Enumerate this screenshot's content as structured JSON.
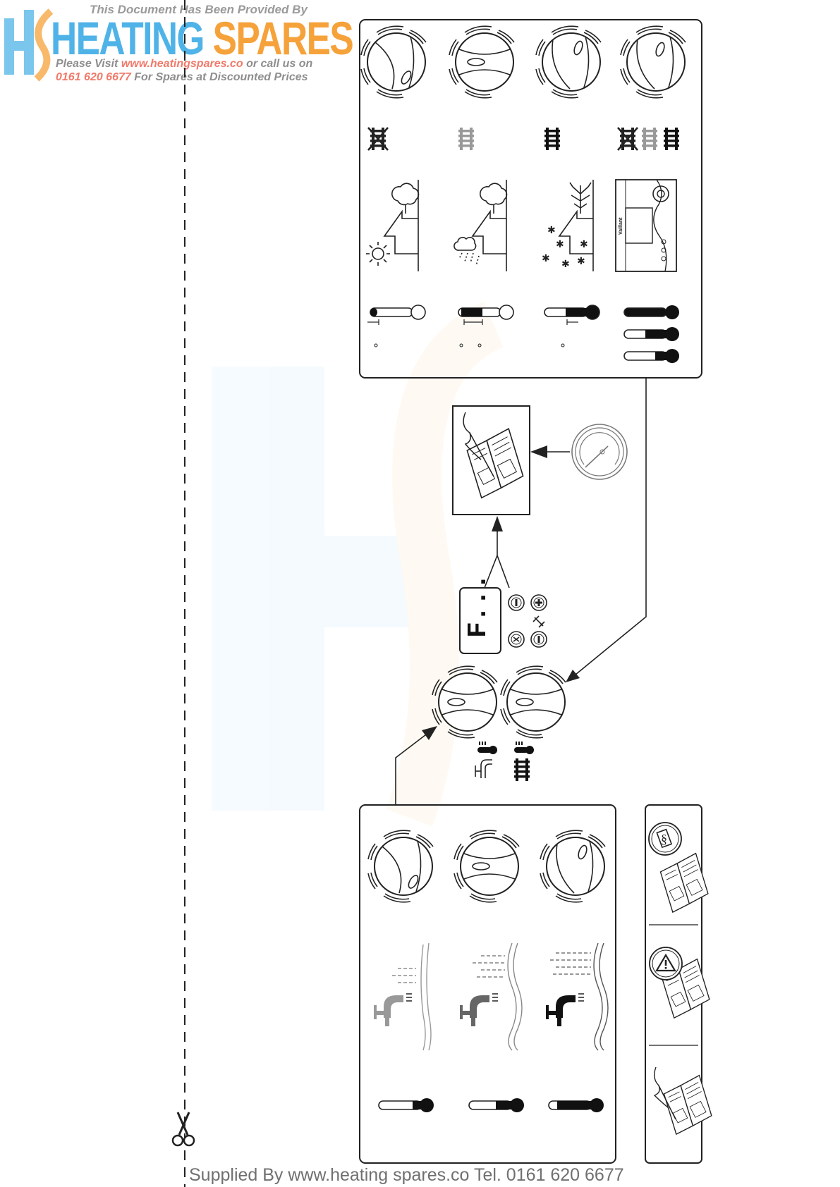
{
  "watermark": {
    "line1": "This Document Has Been Provided By",
    "brand_part1": "HEATING",
    "brand_part2": "SPARES",
    "line3_prefix": "Please Visit",
    "line3_url": "www.heatingspares.co",
    "line3_suffix": "or call us on",
    "line4_phone": "0161 620 6677",
    "line4_suffix": "For Spares at Discounted Prices",
    "colors": {
      "blue": "#4fb3e8",
      "orange": "#f6a23a",
      "red": "#f07a6a",
      "grey": "#8e8e8e"
    }
  },
  "display": {
    "code": "F..."
  },
  "thermostat": {
    "brand": "Vaillant"
  },
  "icons": {
    "cut_marker": "scissors-icon",
    "dials": "rotary-knob-icon",
    "radiators": "radiator-icon",
    "tap": "hot-water-tap-icon",
    "gauge": "pressure-gauge-icon",
    "manual": "manual-book-icon",
    "warning": "warning-triangle-icon",
    "service": "service-spanner-icon"
  },
  "footer": {
    "text": "Supplied By www.heating spares.co  Tel. 0161 620 6677"
  }
}
